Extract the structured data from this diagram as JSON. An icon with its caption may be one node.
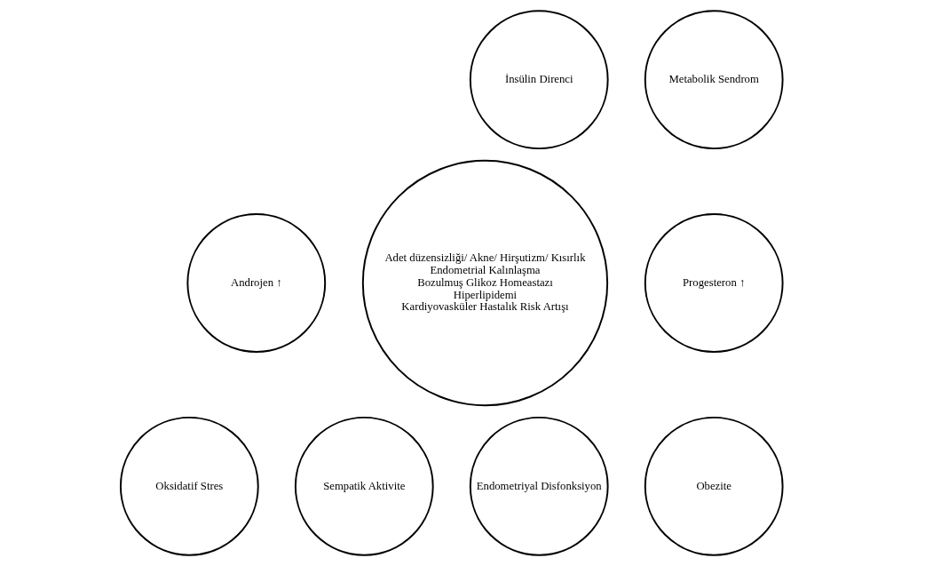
{
  "diagram": {
    "nodes": [
      {
        "text": [
          "İnsülin Direnci"
        ]
      },
      {
        "text": [
          "Metabolik Sendrom"
        ]
      },
      {
        "text": [
          "Androjen ↑"
        ]
      },
      {
        "text": [
          "Adet düzensizliği/ Akne/ Hirşutizm/ Kısırlık",
          "Endometrial Kalınlaşma",
          "Bozulmuş Glikoz Homeastazı",
          "Hiperlipidemi",
          "Kardiyovasküler Hastalık Risk Artışı"
        ]
      },
      {
        "text": [
          "Progesteron ↑"
        ]
      },
      {
        "text": [
          "Oksidatif Stres"
        ]
      },
      {
        "text": [
          "Obezite"
        ]
      },
      {
        "text": [
          "Sempatik Aktivite"
        ]
      },
      {
        "text": [
          "Endometriyal Disfonksiyon"
        ]
      }
    ],
    "edges": []
  }
}
